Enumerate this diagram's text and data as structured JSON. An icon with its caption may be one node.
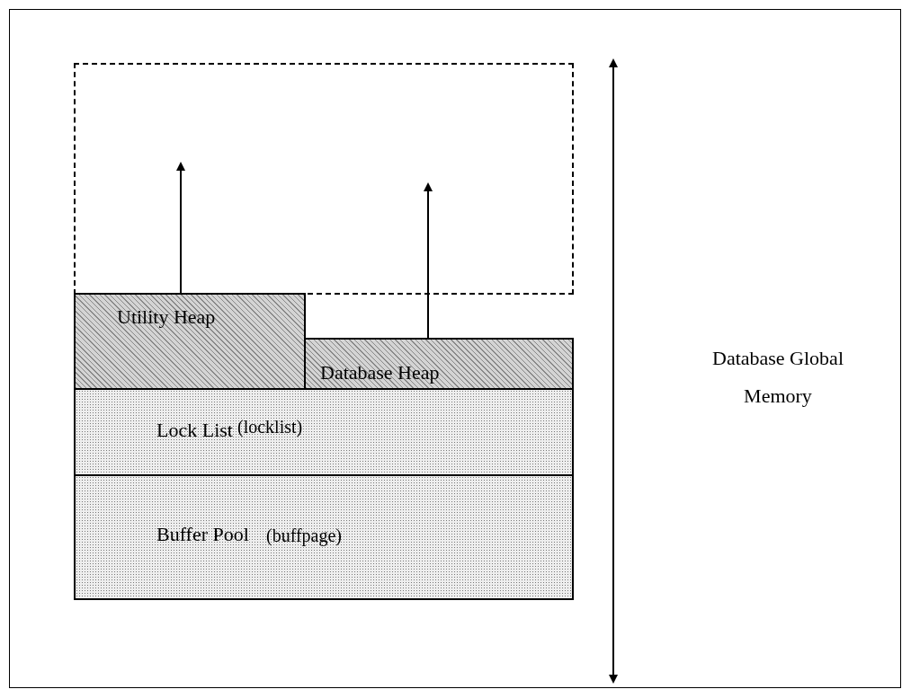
{
  "diagram": {
    "nodes": [
      {
        "text": [],
        "shape": "box"
      },
      {
        "text": [
          "Utility Heap"
        ]
      },
      {
        "text": [
          "Database Heap"
        ]
      },
      {
        "text": [
          "Lock List",
          "(locklist)"
        ]
      },
      {
        "text": [
          "Buffer Pool",
          "(buffpage)"
        ]
      }
    ],
    "edges": [
      {
        "from": 1,
        "to": 0,
        "arrow": "to"
      },
      {
        "from": 2,
        "to": 0,
        "arrow": "to"
      }
    ],
    "labels": [
      "Database Global Memory"
    ]
  }
}
